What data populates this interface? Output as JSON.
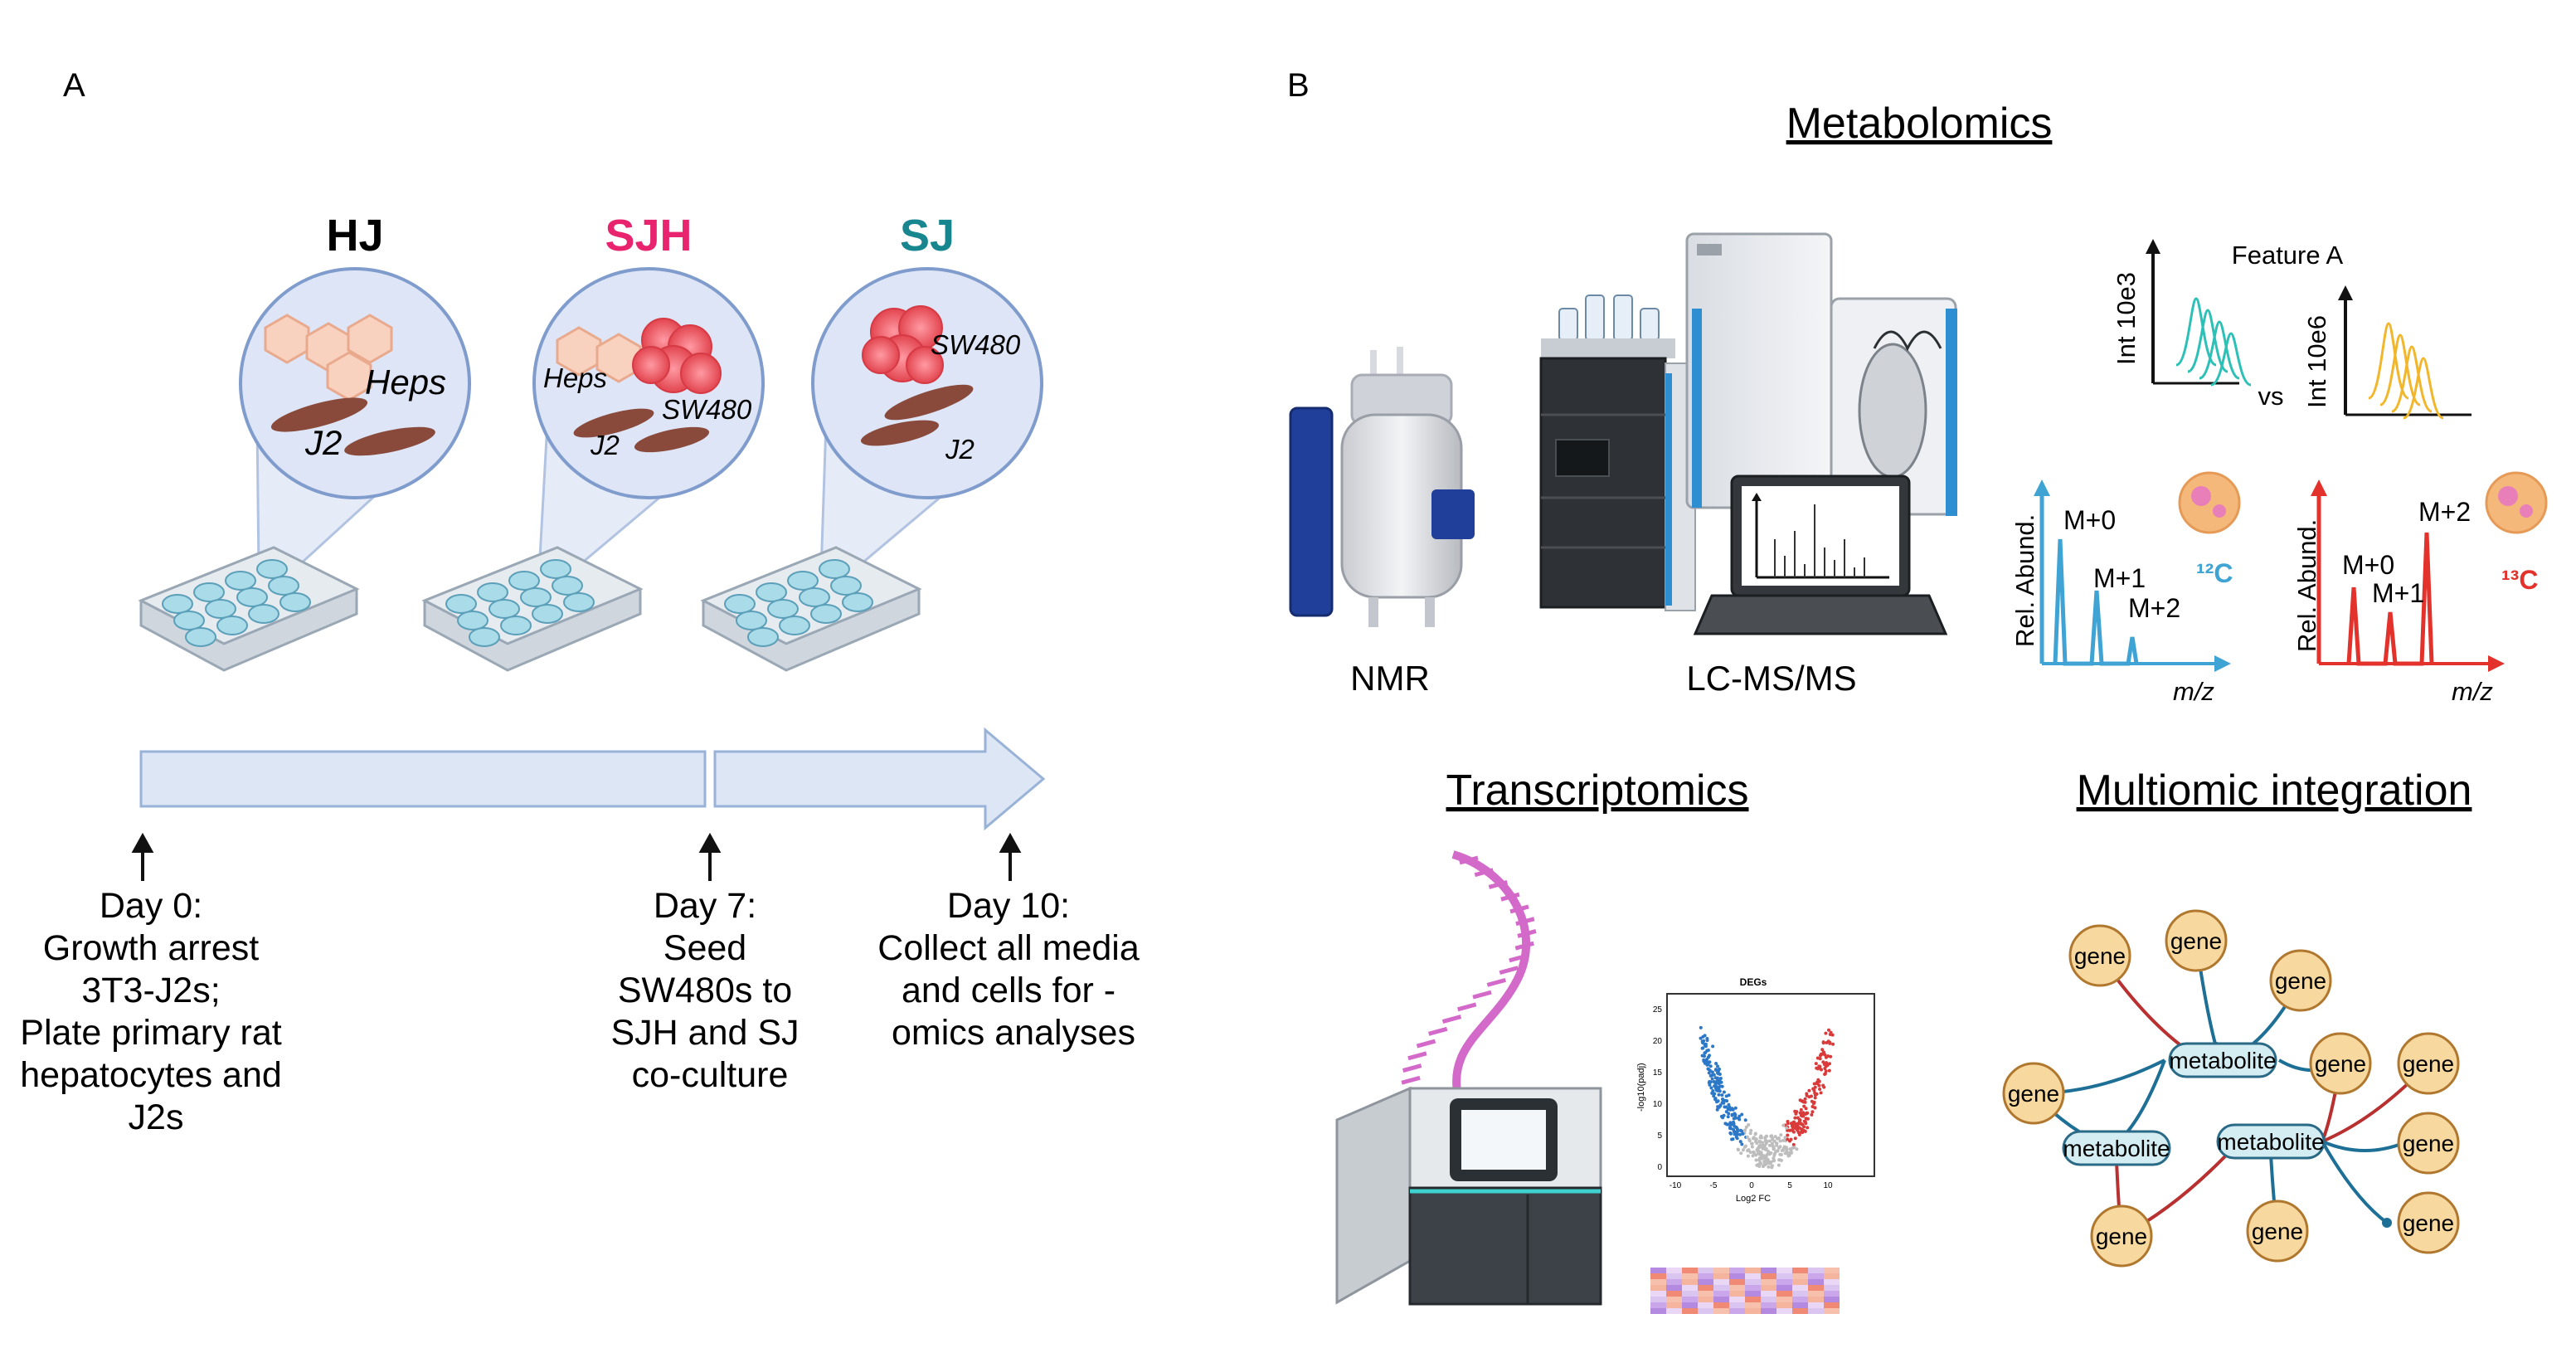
{
  "panels": {
    "a": "A",
    "b": "B"
  },
  "colors": {
    "hj": "#000000",
    "sjh": "#e8246f",
    "sj": "#17868f",
    "blue_spectrum": "#3fa3d4",
    "red_spectrum": "#e3322b",
    "teal_peak": "#2cc0b6",
    "gold_peak": "#f2b62b",
    "node_fill": "#f7d89e",
    "metab_fill": "#d3edf3",
    "edge_blue": "#1e6f96",
    "edge_red": "#b83030"
  },
  "groups": [
    {
      "name": "HJ",
      "cells": [
        "Heps",
        "J2"
      ]
    },
    {
      "name": "SJH",
      "cells": [
        "Heps",
        "SW480",
        "J2"
      ]
    },
    {
      "name": "SJ",
      "cells": [
        "SW480",
        "J2"
      ]
    }
  ],
  "timeline": [
    {
      "lines": [
        "Day 0:",
        "Growth arrest",
        "3T3-J2s;",
        "Plate primary rat",
        "hepatocytes and",
        "J2s"
      ]
    },
    {
      "lines": [
        "Day 7:",
        "Seed",
        "SW480s to",
        "SJH and SJ",
        "co-culture"
      ]
    },
    {
      "lines": [
        "Day 10:",
        "Collect all media",
        "and cells for -",
        "omics analyses"
      ]
    }
  ],
  "metabolomics": {
    "title": "Metabolomics",
    "nmr": "NMR",
    "lcms": "LC-MS/MS",
    "feature": "Feature A",
    "int_a": "Int 10e3",
    "int_b": "Int 10e6",
    "vs": "vs",
    "rel_abund": "Rel. Abund.",
    "mz": "m/z",
    "c12": "¹²C",
    "c13": "¹³C",
    "peaks": [
      "M+0",
      "M+1",
      "M+2"
    ]
  },
  "transcriptomics": {
    "title": "Transcriptomics",
    "volcano_title": "DEGs",
    "volcano_x": "Log2 FC",
    "volcano_y": "-log10(padj)",
    "x_ticks": [
      "-10",
      "-5",
      "0",
      "5",
      "10"
    ],
    "y_ticks": [
      "0",
      "5",
      "10",
      "15",
      "20",
      "25"
    ]
  },
  "multiomic": {
    "title": "Multiomic integration",
    "gene": "gene",
    "metabolite": "metabolite"
  }
}
